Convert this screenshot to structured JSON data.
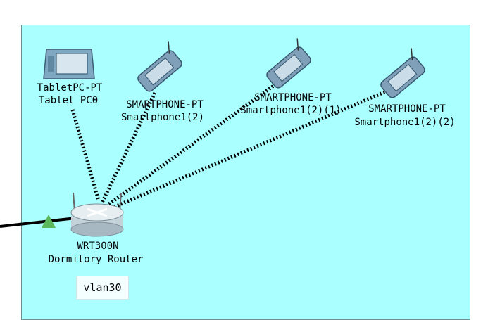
{
  "area": {
    "background": "#aaffff"
  },
  "devices": {
    "tablet": {
      "model": "TabletPC-PT",
      "name": "Tablet PC0"
    },
    "phone1": {
      "model": "SMARTPHONE-PT",
      "name": "Smartphone1(2)"
    },
    "phone2": {
      "model": "SMARTPHONE-PT",
      "name": "Smartphone1(2)(1)"
    },
    "phone3": {
      "model": "SMARTPHONE-PT",
      "name": "Smartphone1(2)(2)"
    },
    "router": {
      "model": "WRT300N",
      "name": "Dormitory Router"
    }
  },
  "vlan_label": "vlan30",
  "link_status_color": "#5cb85c"
}
